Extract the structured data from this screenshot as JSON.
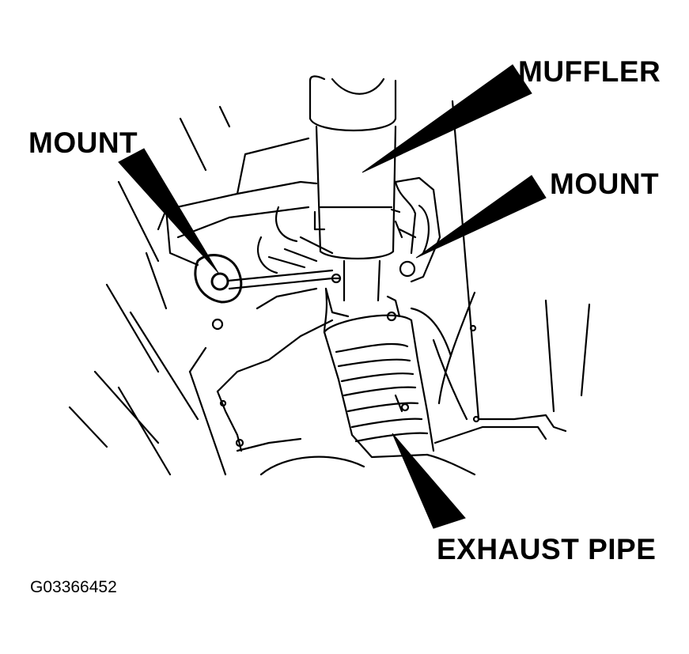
{
  "labels": {
    "muffler": "MUFFLER",
    "mount_left": "MOUNT",
    "mount_right": "MOUNT",
    "exhaust_pipe": "EXHAUST PIPE"
  },
  "figure_id": "G03366452",
  "colors": {
    "line": "#000000",
    "background": "#ffffff"
  }
}
